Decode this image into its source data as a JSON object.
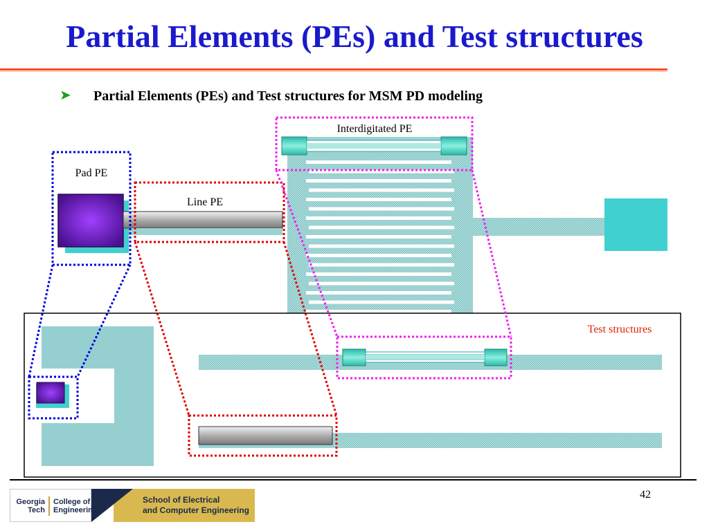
{
  "slide": {
    "title": "Partial Elements (PEs) and Test structures",
    "bullet": "Partial Elements (PEs) and Test structures for MSM PD modeling",
    "page_number": "42"
  },
  "diagram": {
    "labels": {
      "interdigitated": "Interdigitated PE",
      "pad": "Pad PE",
      "line": "Line PE",
      "test": "Test structures"
    }
  },
  "logo": {
    "gt_line1": "Georgia",
    "gt_line2": "Tech",
    "coe_line1": "College of",
    "coe_line2": "Engineering",
    "ece_line1": "School of Electrical",
    "ece_line2": "and Computer Engineering"
  },
  "colors": {
    "title": "#1a1acc",
    "rule": "#ff4a1a",
    "pad": "#8a2be2",
    "cyan": "#40d0d0",
    "teal_light": "#96cfcf",
    "dotted_blue": "#0000dd",
    "dotted_red": "#dd0000",
    "dotted_magenta": "#ee22ee",
    "test_label": "#dd2200"
  }
}
